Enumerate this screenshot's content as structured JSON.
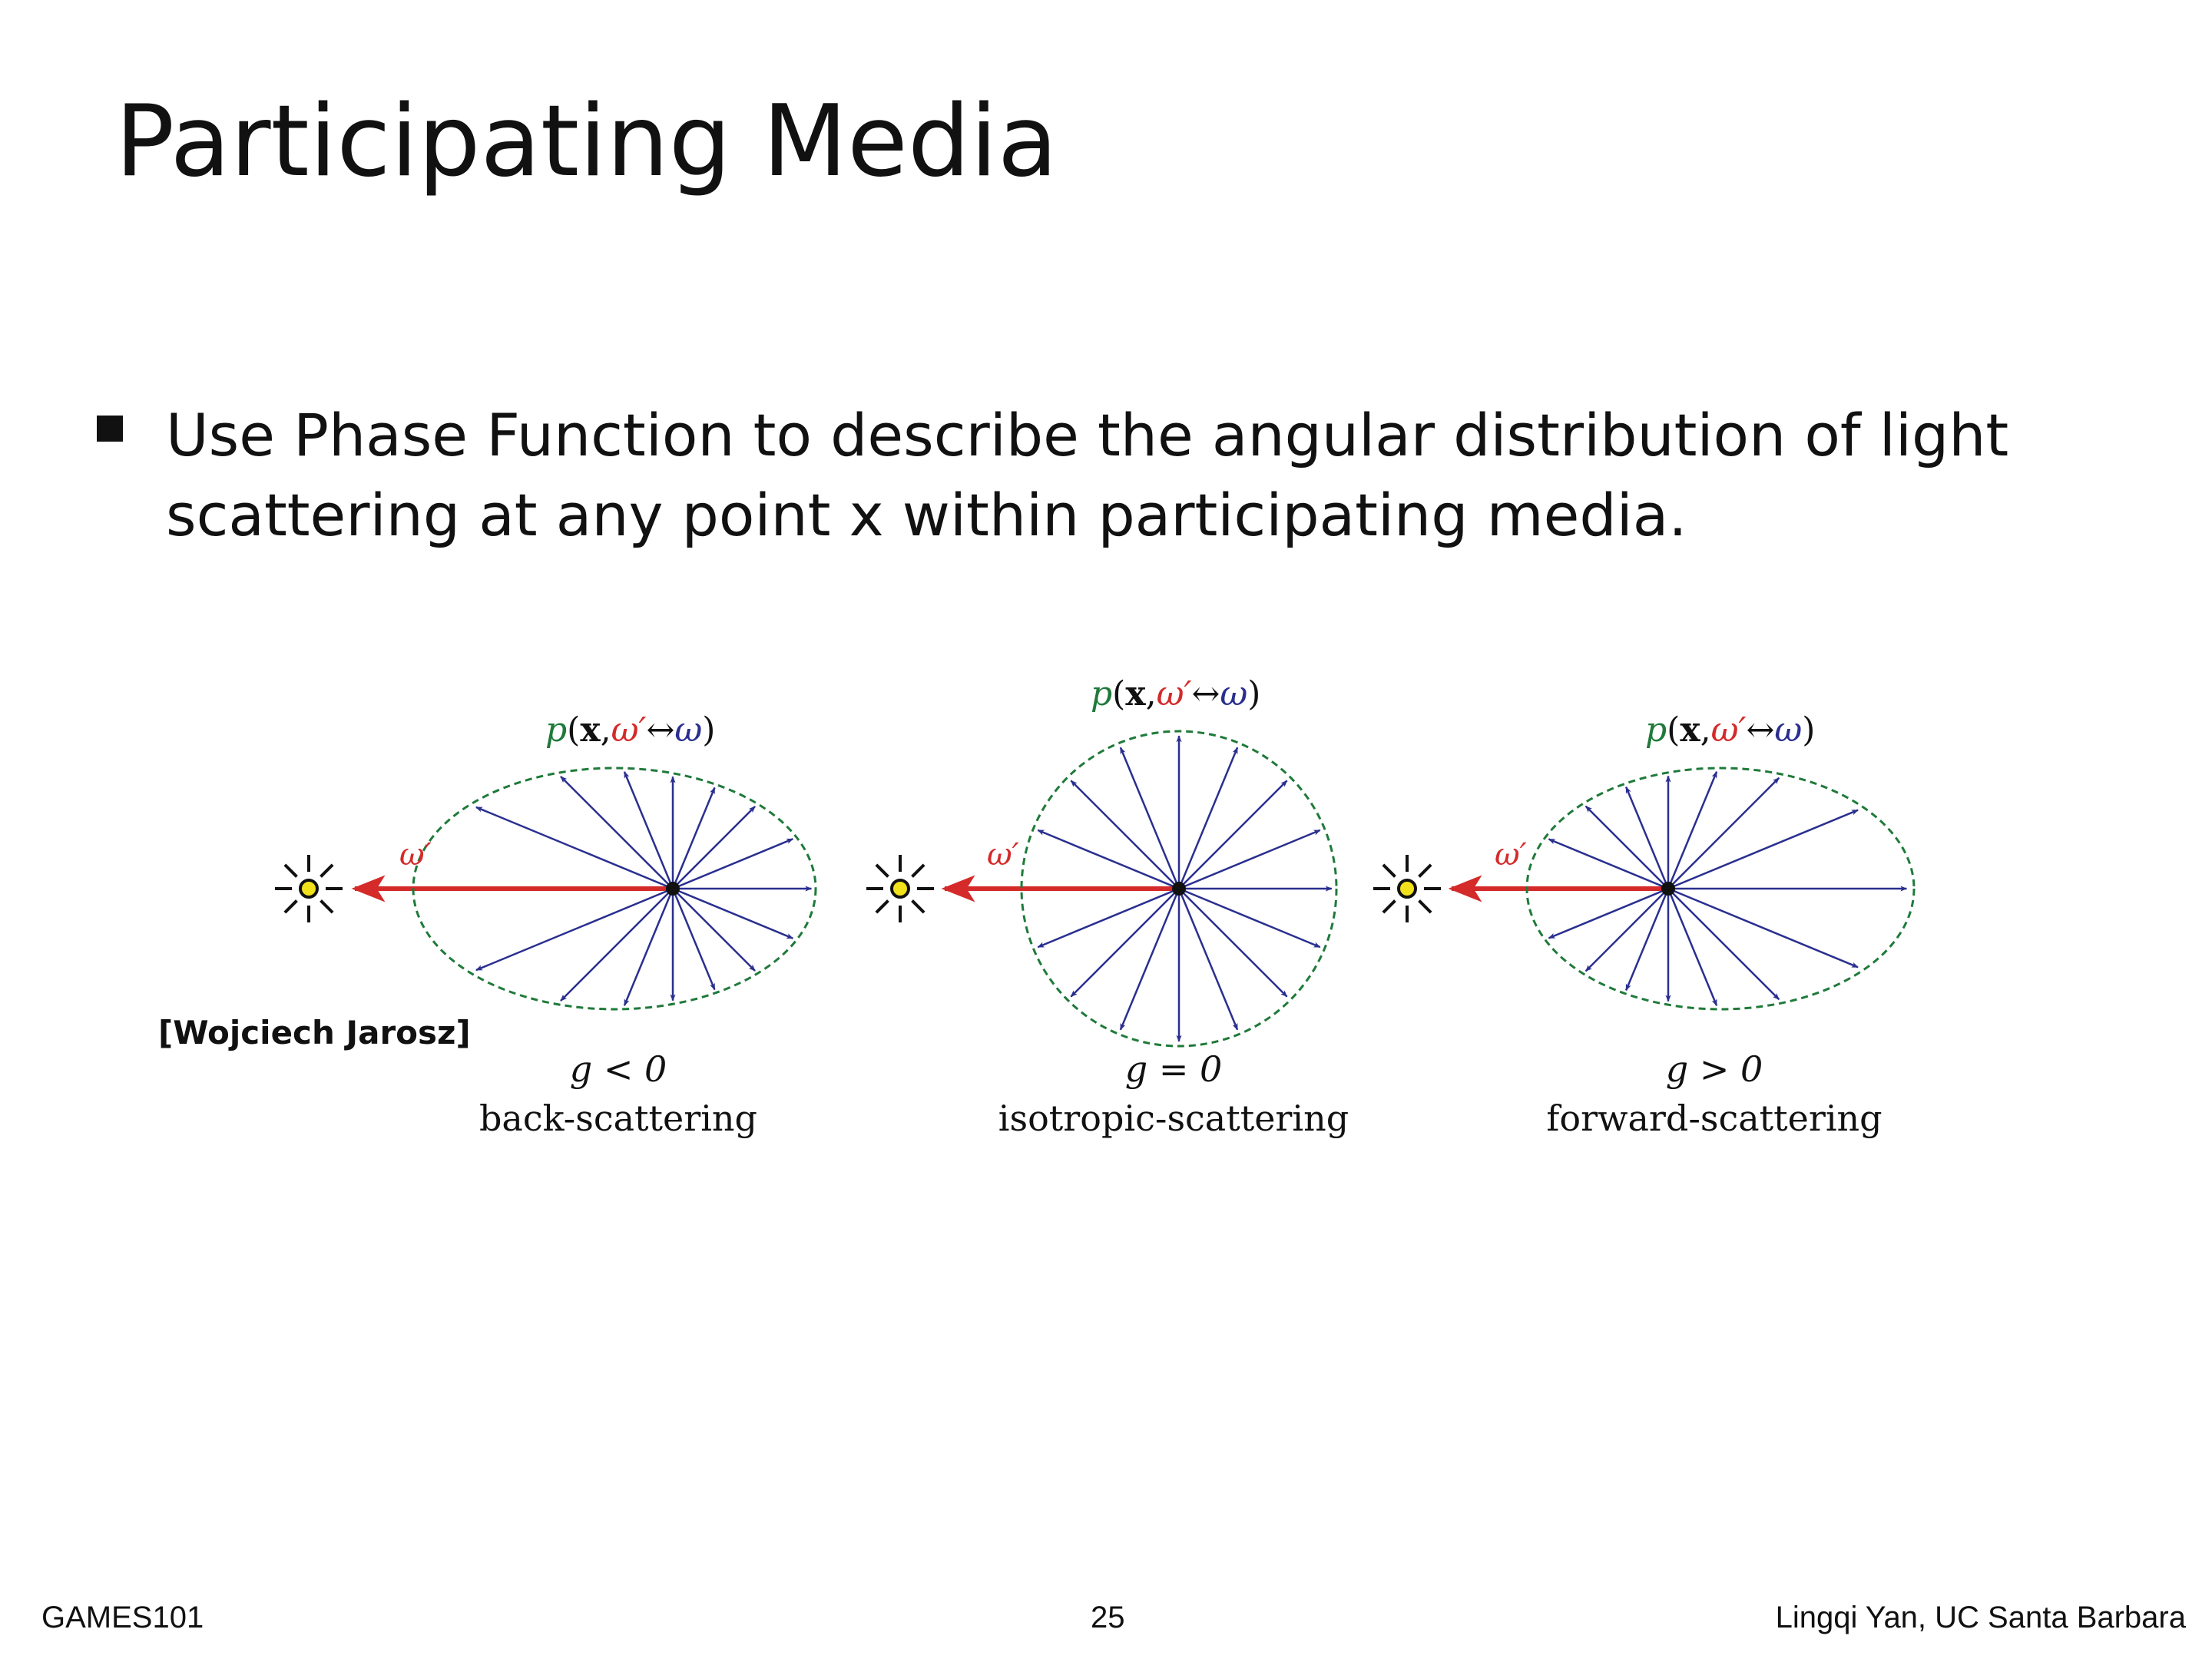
{
  "slide": {
    "title": "Participating Media",
    "bullet": "Use Phase Function to describe the angular distribution of light scattering at any point x within participating media.",
    "credit": "[Wojciech Jarosz]"
  },
  "figure": {
    "panels": [
      {
        "g_label": "g < 0",
        "caption": "back-scattering",
        "phase_label": {
          "p": "p",
          "open": "(",
          "x": "x",
          "comma": ",",
          "w1": "ω′",
          "arrow": "↔",
          "w2": "ω",
          "close": ")"
        },
        "incident_label": "ω′"
      },
      {
        "g_label": "g = 0",
        "caption": "isotropic-scattering",
        "phase_label": {
          "p": "p",
          "open": "(",
          "x": "x",
          "comma": ",",
          "w1": "ω′",
          "arrow": "↔",
          "w2": "ω",
          "close": ")"
        },
        "incident_label": "ω′"
      },
      {
        "g_label": "g > 0",
        "caption": "forward-scattering",
        "phase_label": {
          "p": "p",
          "open": "(",
          "x": "x",
          "comma": ",",
          "w1": "ω′",
          "arrow": "↔",
          "w2": "ω",
          "close": ")"
        },
        "incident_label": "ω′"
      }
    ],
    "colors": {
      "phase_curve": "#1f7a3a",
      "scatter_arrows": "#2a2f8f",
      "incident_arrow": "#d42a2a",
      "light_source": "#f2e21b",
      "phase_label": "#1f7a3a"
    }
  },
  "footer": {
    "left": "GAMES101",
    "page": "25",
    "right": "Lingqi Yan, UC Santa Barbara"
  }
}
